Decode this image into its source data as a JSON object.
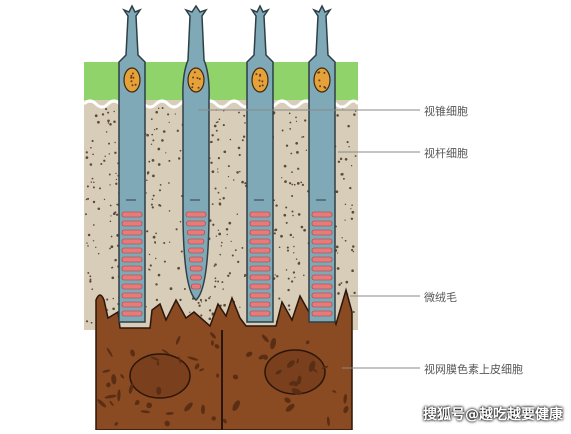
{
  "labels": {
    "cone": "视锥细胞",
    "rod": "视杆细胞",
    "microvilli": "微绒毛",
    "rpe": "视网膜色素上皮细胞"
  },
  "watermark": "搜狐号@越吃越要健康",
  "colors": {
    "green_layer": "#8fd36a",
    "stipple_layer": "#d8cdb9",
    "stipple_dot": "#5a4a3a",
    "epithelium": "#8a4a22",
    "epithelium_dark": "#5a2e14",
    "cell_fill": "#7fa9b6",
    "cell_stroke": "#2f3f46",
    "nucleus": "#e6a23a",
    "disc": "#e87a7a",
    "leader": "#888888"
  },
  "cells": [
    {
      "type": "rod"
    },
    {
      "type": "cone"
    },
    {
      "type": "rod"
    },
    {
      "type": "rod"
    }
  ]
}
